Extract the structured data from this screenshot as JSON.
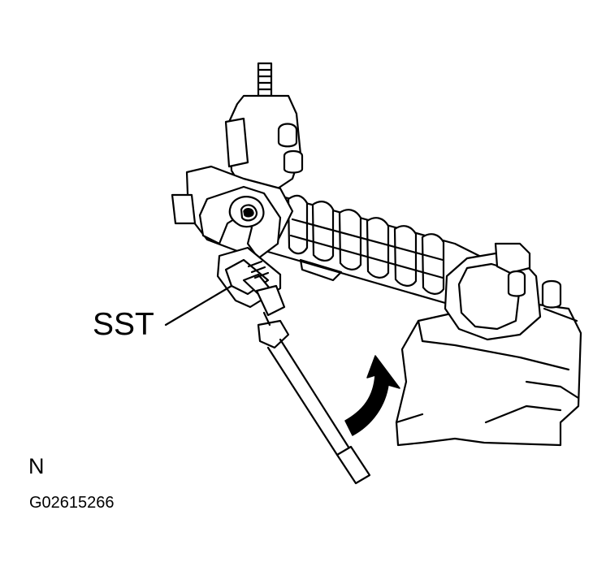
{
  "labels": {
    "tool_callout": "SST",
    "view_letter": "N",
    "figure_code": "G02615266"
  },
  "colors": {
    "ink": "#000000",
    "paper": "#ffffff"
  }
}
